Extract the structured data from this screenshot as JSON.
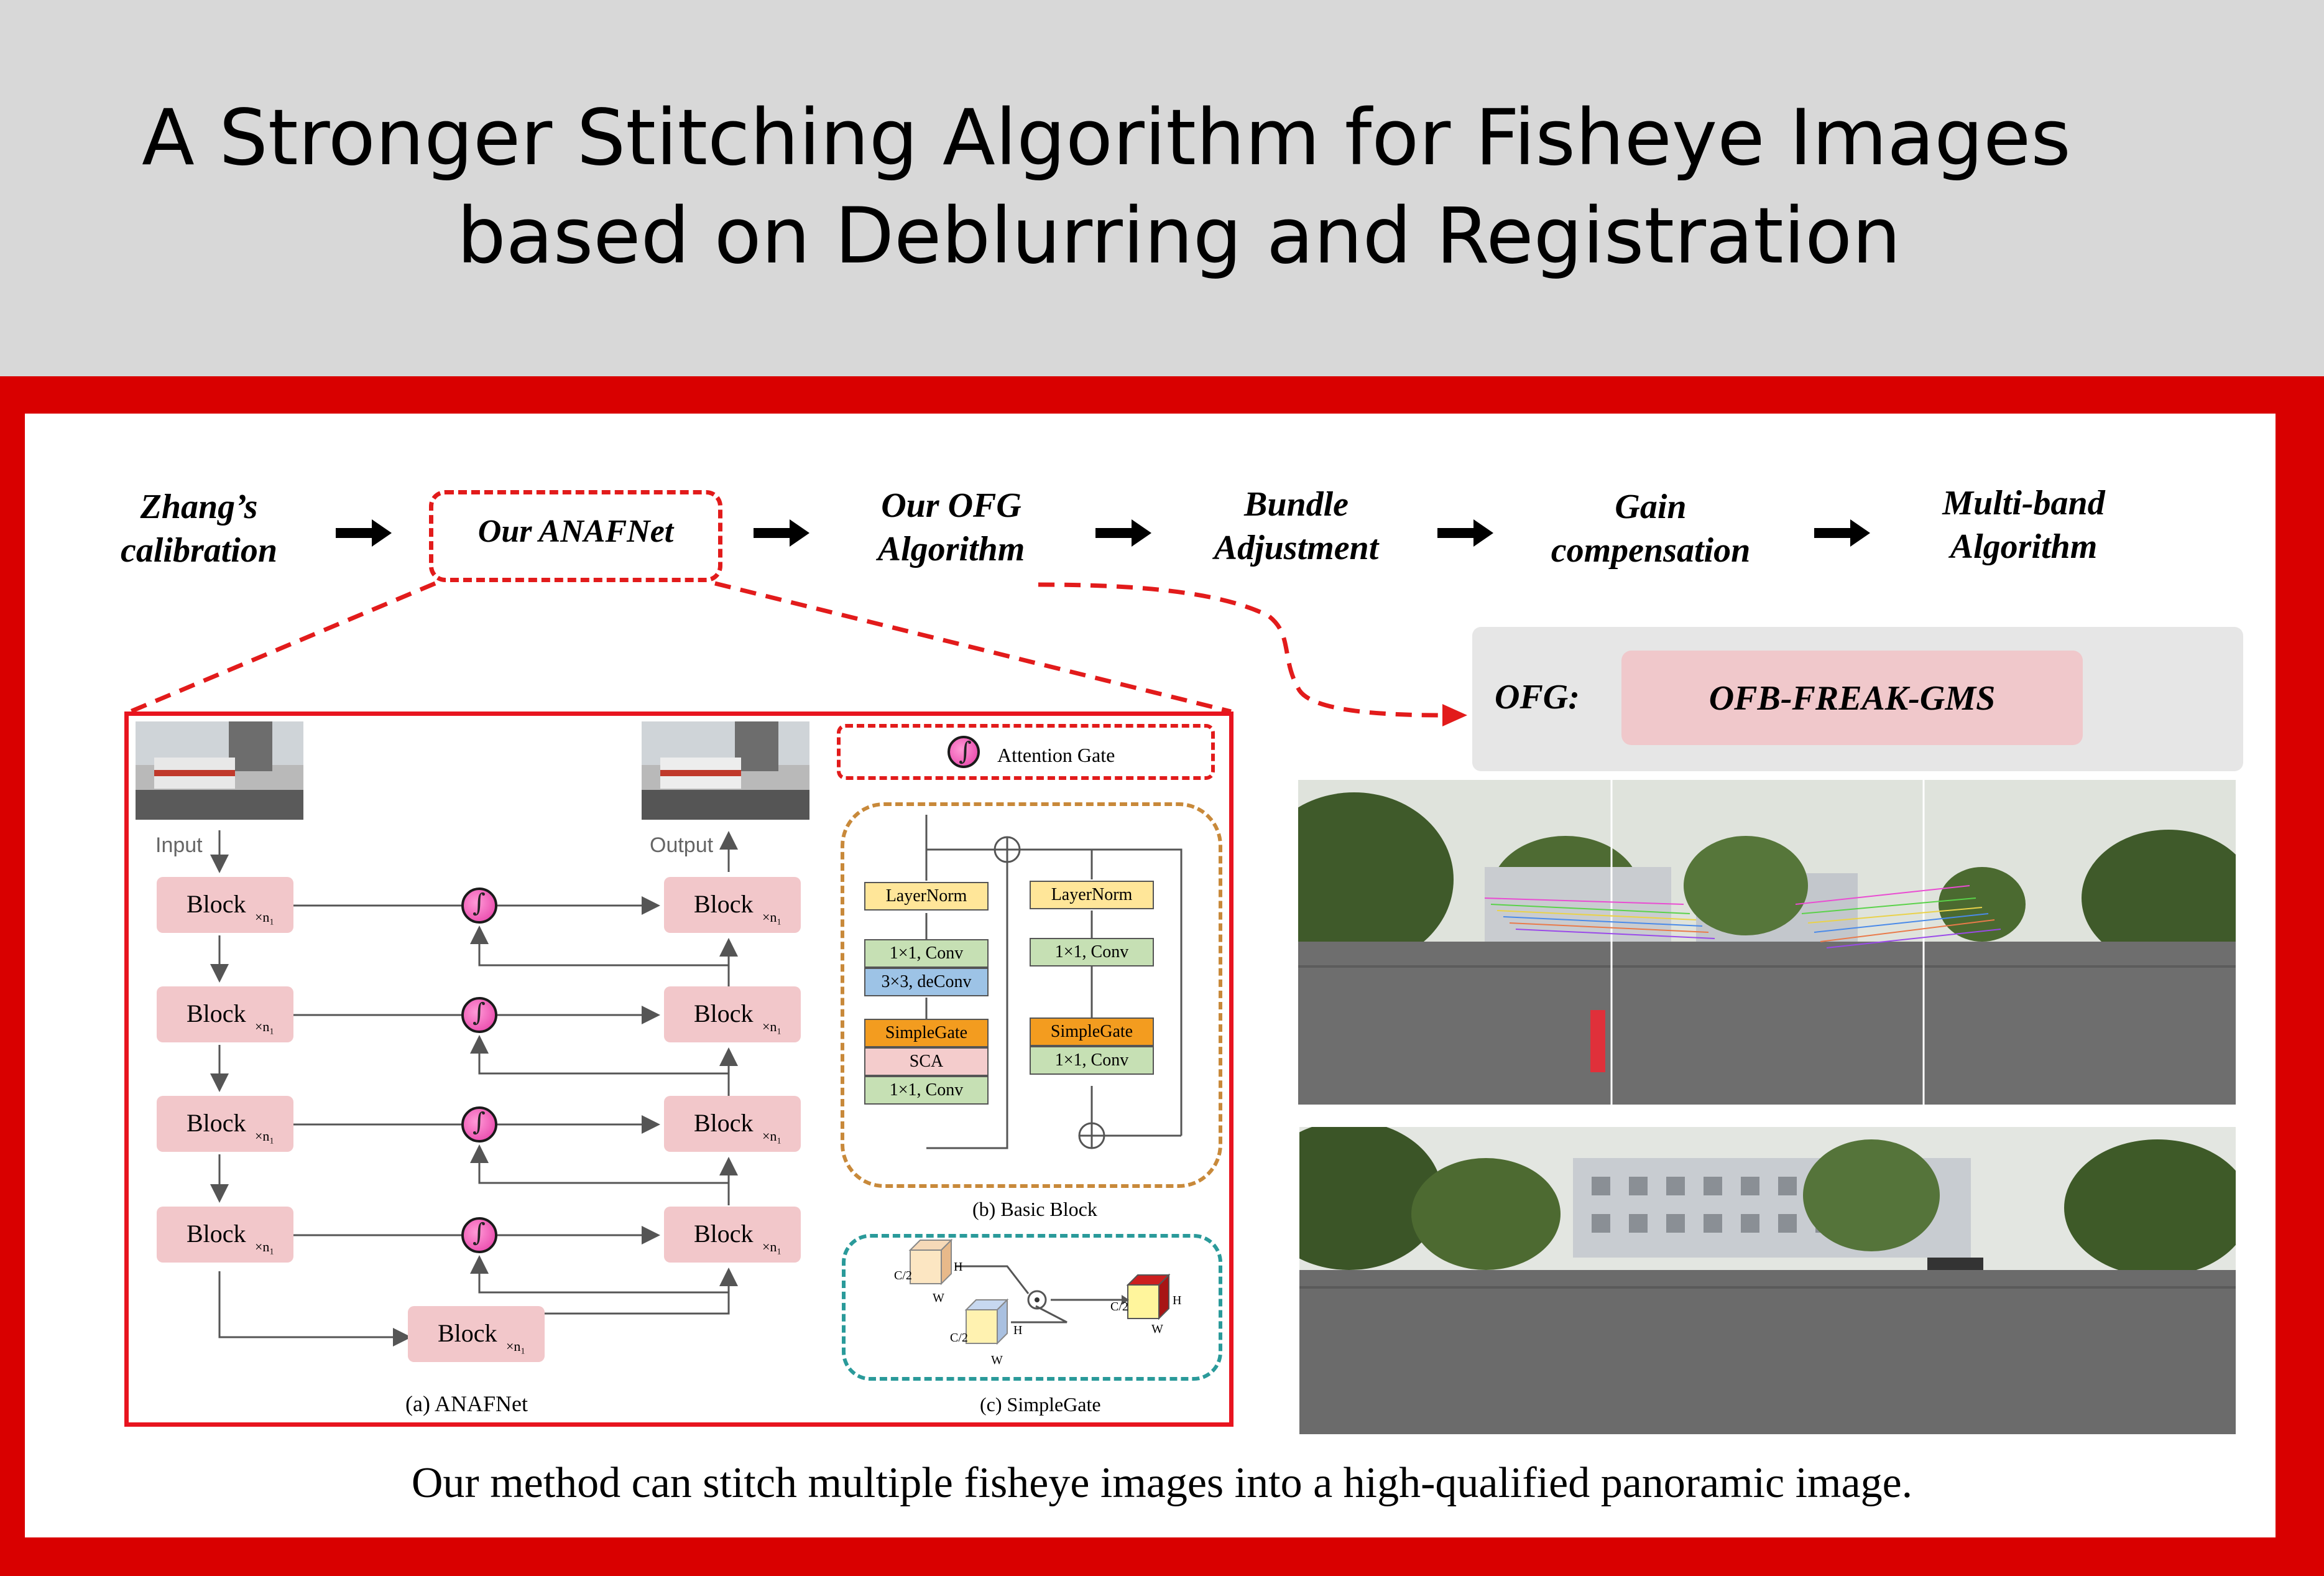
{
  "title": {
    "line1": "A Stronger Stitching Algorithm for Fisheye Images",
    "line2": "based on Deblurring and Registration"
  },
  "pipeline": {
    "step1_line1": "Zhang’s",
    "step1_line2": "calibration",
    "step2": "Our ANAFNet",
    "step3_line1": "Our OFG",
    "step3_line2": "Algorithm",
    "step4_line1": "Bundle",
    "step4_line2": "Adjustment",
    "step5_line1": "Gain",
    "step5_line2": "compensation",
    "step6_line1": "Multi-band",
    "step6_line2": "Algorithm"
  },
  "anafnet": {
    "input_label": "Input",
    "output_label": "Output",
    "block_label": "Block",
    "block_sub": "×n₁",
    "caption": "(a) ANAFNet",
    "attention_gate_label": "Attention Gate",
    "basic_block_caption": "(b) Basic Block",
    "simplegate_caption": "(c) SimpleGate",
    "left_col": [
      "LayerNorm",
      "1×1, Conv",
      "3×3, deConv",
      "SimpleGate",
      "SCA",
      "1×1, Conv"
    ],
    "right_col": [
      "LayerNorm",
      "1×1, Conv",
      "SimpleGate",
      "1×1, Conv"
    ],
    "sg_dims": {
      "h": "H",
      "w": "W",
      "c2": "C/2"
    }
  },
  "ofg": {
    "label": "OFG:",
    "value": "OFB-FREAK-GMS"
  },
  "caption": "Our method can stitch multiple fisheye images into a high-qualified panoramic image.",
  "colors": {
    "header_bg": "#d8d8d8",
    "frame_red": "#d90000",
    "block_pink": "#f2c7ca",
    "gate_magenta": "#e63aa5",
    "basic_block_border": "#c8893a",
    "simplegate_border": "#2a9a9a"
  }
}
